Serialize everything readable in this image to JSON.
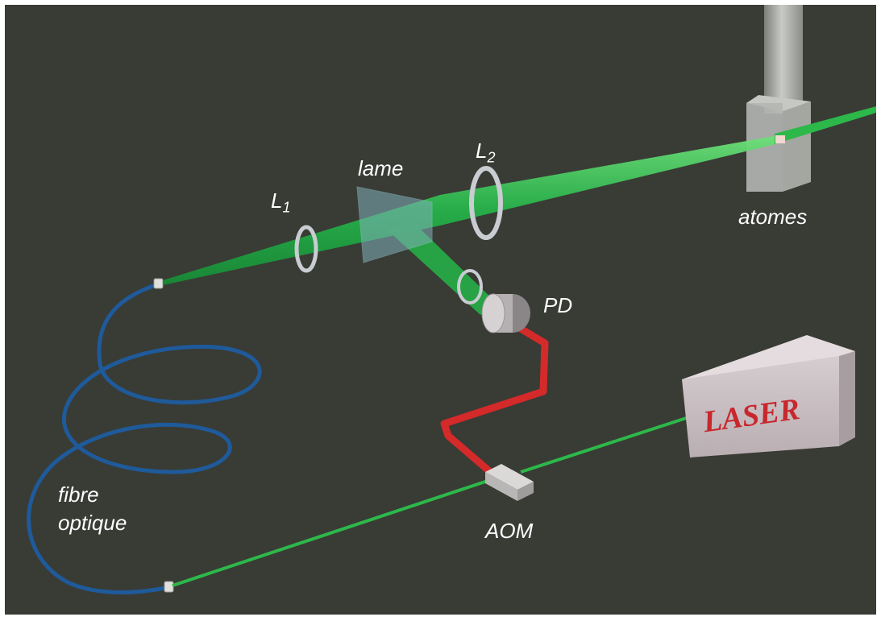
{
  "labels": {
    "lens1": {
      "letter": "L",
      "index": "1"
    },
    "lens2": {
      "letter": "L",
      "index": "2"
    },
    "plate": "lame",
    "atoms": "atomes",
    "photodiode": "PD",
    "aom": "AOM",
    "fiber_line1": "fibre",
    "fiber_line2": "optique",
    "laser": "LASER"
  },
  "colors": {
    "background": "#393b35",
    "frame": "#ffffff",
    "beam_green": "#2db84a",
    "fiber_blue": "#1f5a9a",
    "electric_red": "#d42a2a",
    "laser_text": "#c8282d",
    "label_text": "#ffffff"
  }
}
